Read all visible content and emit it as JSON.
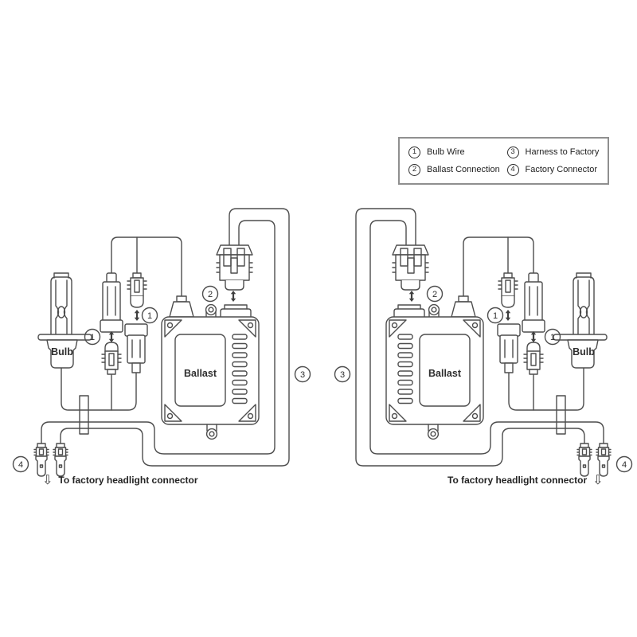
{
  "colors": {
    "line": "#4d4d4d",
    "text": "#2e2e2e",
    "legend_border": "#8f8f8f",
    "background": "#ffffff"
  },
  "legend": {
    "items": [
      {
        "num": "1",
        "label": "Bulb Wire"
      },
      {
        "num": "2",
        "label": "Ballast Connection"
      },
      {
        "num": "3",
        "label": "Harness to Factory"
      },
      {
        "num": "4",
        "label": "Factory Connector"
      }
    ]
  },
  "callouts": {
    "c1": "1",
    "c2": "2",
    "c3": "3",
    "c4": "4"
  },
  "labels": {
    "bulb": "Bulb",
    "ballast": "Ballast"
  },
  "caption": {
    "text": "To factory headlight connector"
  },
  "icons": {
    "down_arrow": "⇩",
    "updown_arrow": "↕"
  }
}
